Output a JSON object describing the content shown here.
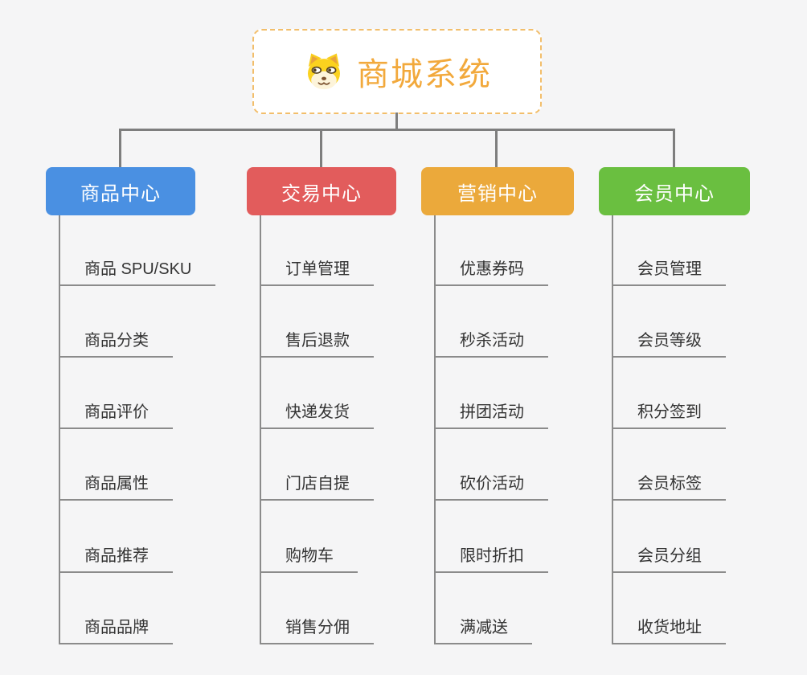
{
  "canvas": {
    "background_color": "#f5f5f6",
    "connector_color": "#7e7e7e",
    "branch_line_color": "#8b8b8b",
    "item_text_color": "#333333"
  },
  "root": {
    "icon": "dog-face-icon",
    "label": "商城系统",
    "text_color": "#f2a93c",
    "border_color": "#f2be6b",
    "background_color": "#ffffff"
  },
  "branches": [
    {
      "label": "商品中心",
      "color": "#4a90e2",
      "items": [
        "商品 SPU/SKU",
        "商品分类",
        "商品评价",
        "商品属性",
        "商品推荐",
        "商品品牌"
      ]
    },
    {
      "label": "交易中心",
      "color": "#e25c5c",
      "items": [
        "订单管理",
        "售后退款",
        "快递发货",
        "门店自提",
        "购物车",
        "销售分佣"
      ]
    },
    {
      "label": "营销中心",
      "color": "#eba93b",
      "items": [
        "优惠券码",
        "秒杀活动",
        "拼团活动",
        "砍价活动",
        "限时折扣",
        "满减送"
      ]
    },
    {
      "label": "会员中心",
      "color": "#6abf40",
      "items": [
        "会员管理",
        "会员等级",
        "积分签到",
        "会员标签",
        "会员分组",
        "收货地址"
      ]
    }
  ]
}
